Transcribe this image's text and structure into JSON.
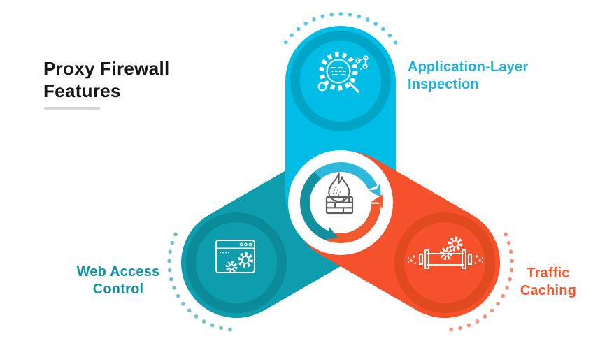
{
  "title": {
    "line1": "Proxy Firewall",
    "line2": "Features"
  },
  "center": {
    "icon": "firewall-flame-brick-wall-icon"
  },
  "features": [
    {
      "id": "application-layer-inspection",
      "line1": "Application-Layer",
      "line2": "Inspection",
      "position": "top",
      "color": "#1cb1dc",
      "icon": "gear-magnifier-molecule-icon"
    },
    {
      "id": "web-access-control",
      "line1": "Web Access",
      "line2": "Control",
      "position": "bottom-left",
      "color": "#0d95a7",
      "icon": "browser-window-gears-icon"
    },
    {
      "id": "traffic-caching",
      "line1": "Traffic",
      "line2": "Caching",
      "position": "bottom-right",
      "color": "#f4562e",
      "icon": "pipe-gears-icon"
    }
  ],
  "colors": {
    "cyan": "#00bde5",
    "cyan-ring": "#00a4c6",
    "cyan-dots": "#4fcbe9",
    "teal": "#0e9dad",
    "teal-ring": "#0b8b99",
    "teal-dots": "#74c0ca",
    "orange": "#f4512c",
    "orange-ring": "#e1491e",
    "orange-dots": "#f2937e",
    "arrow-cyan": "#2eb8dc",
    "arrow-teal": "#12909f",
    "arrow-orange": "#f05a2e",
    "icon-gray": "#5d5e60",
    "title": "#161616",
    "underline": "#d8d8d8",
    "label-cyan": "#1cb1dc",
    "label-teal": "#0d95a7",
    "label-orange": "#f4562e"
  }
}
